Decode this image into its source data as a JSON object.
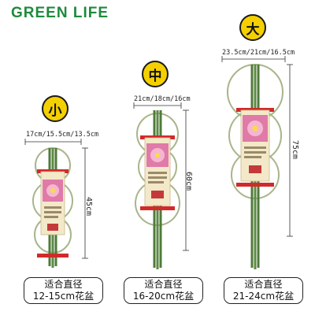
{
  "brand": "GREEN LIFE",
  "products": [
    {
      "size_label": "小",
      "dimensions": "17cm/15.5cm/13.5cm",
      "height": "45cm",
      "fit_line1": "适合直径",
      "fit_line2": "12-15cm花盆"
    },
    {
      "size_label": "中",
      "dimensions": "21cm/18cm/16cm",
      "height": "60cm",
      "fit_line1": "适合直径",
      "fit_line2": "16-20cm花盆"
    },
    {
      "size_label": "大",
      "dimensions": "23.5cm/21cm/16.5cm",
      "height": "75cm",
      "fit_line1": "适合直径",
      "fit_line2": "21-24cm花盆"
    }
  ],
  "colors": {
    "brand": "#1e8a3c",
    "badge": "#f5d000",
    "stake": "#4f7a3a",
    "ring": "#a8b58a",
    "clip": "#d12a2a"
  }
}
